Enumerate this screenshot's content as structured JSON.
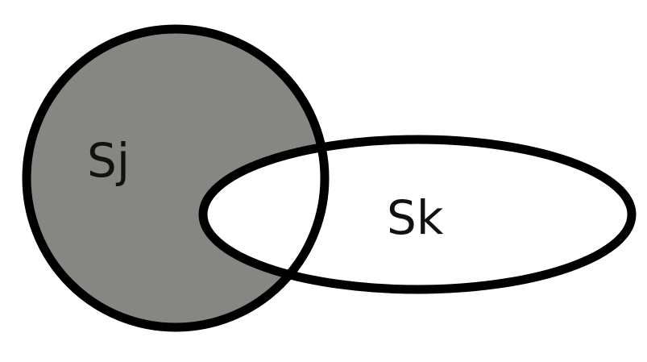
{
  "diagram": {
    "sets": [
      {
        "id": "sj",
        "label": "Sj",
        "shape": "circle",
        "fill": "#868783",
        "shaded": true
      },
      {
        "id": "sk",
        "label": "Sk",
        "shape": "ellipse",
        "fill": "#ffffff",
        "shaded": false
      }
    ],
    "shaded_region": "Sj minus Sk",
    "colors": {
      "background": "#ffffff",
      "outline": "#000000",
      "shaded": "#868783",
      "text": "#111111"
    }
  }
}
